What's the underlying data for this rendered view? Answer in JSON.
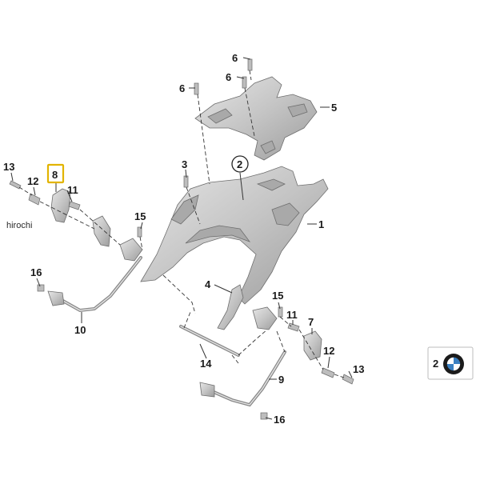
{
  "callouts": {
    "c1": "1",
    "c2_circled": "2",
    "c3": "3",
    "c4": "4",
    "c5": "5",
    "c6a": "6",
    "c6b": "6",
    "c6c": "6",
    "c7": "7",
    "c8_highlight": "8",
    "c9": "9",
    "c10": "10",
    "c11a": "11",
    "c11b": "11",
    "c12a": "12",
    "c12b": "12",
    "c13a": "13",
    "c13b": "13",
    "c14": "14",
    "c15a": "15",
    "c15b": "15",
    "c16a": "16",
    "c16b": "16"
  },
  "watermark": "hirochi",
  "logo_box": {
    "number": "2",
    "logo": "roundel-logo-icon"
  },
  "colors": {
    "highlight": "#e2b400",
    "part": "#c8c8c8",
    "logo_blue": "#3a7fc1"
  }
}
